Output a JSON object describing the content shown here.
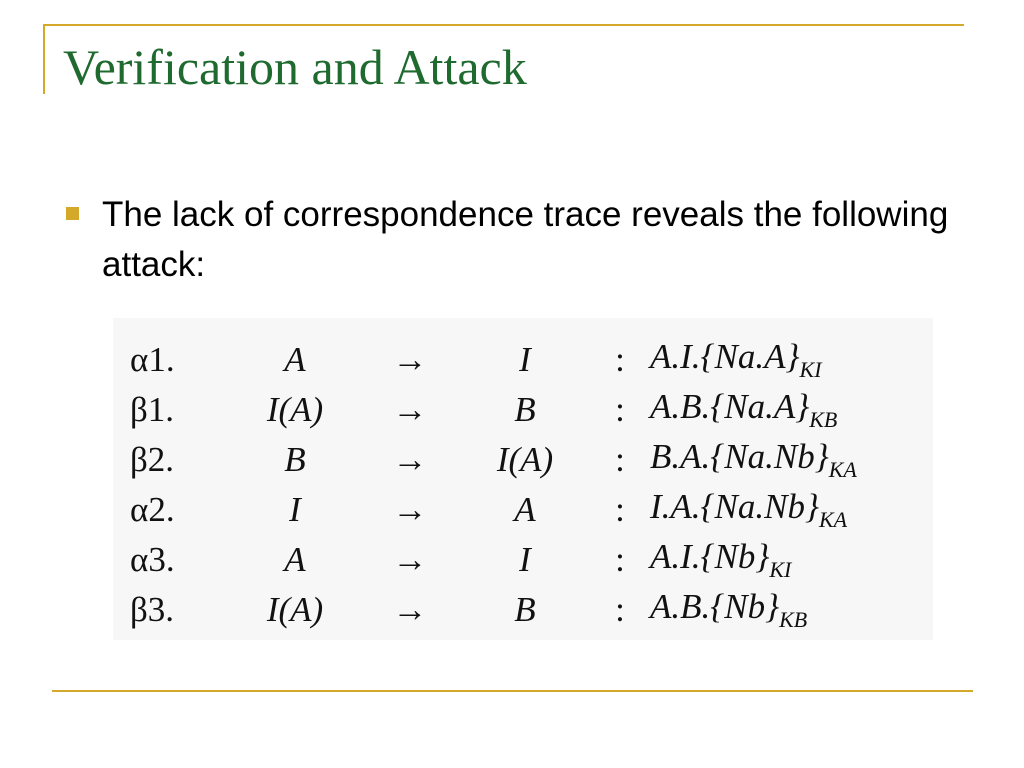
{
  "slide": {
    "title": "Verification and Attack",
    "bullet": "The lack of correspondence trace reveals the following attack:",
    "accent_color": "#d4a92a",
    "title_color": "#1f6a2f"
  },
  "trace": {
    "arrow": "→",
    "separator": ":",
    "rows": [
      {
        "label": "α1.",
        "sender": "A",
        "receiver": "I",
        "message": "A.I.{Na.A}",
        "key": "KI"
      },
      {
        "label": "β1.",
        "sender": "I(A)",
        "receiver": "B",
        "message": "A.B.{Na.A}",
        "key": "KB"
      },
      {
        "label": "β2.",
        "sender": "B",
        "receiver": "I(A)",
        "message": "B.A.{Na.Nb}",
        "key": "KA"
      },
      {
        "label": "α2.",
        "sender": "I",
        "receiver": "A",
        "message": "I.A.{Na.Nb}",
        "key": "KA"
      },
      {
        "label": "α3.",
        "sender": "A",
        "receiver": "I",
        "message": "A.I.{Nb}",
        "key": "KI"
      },
      {
        "label": "β3.",
        "sender": "I(A)",
        "receiver": "B",
        "message": "A.B.{Nb}",
        "key": "KB"
      }
    ]
  }
}
